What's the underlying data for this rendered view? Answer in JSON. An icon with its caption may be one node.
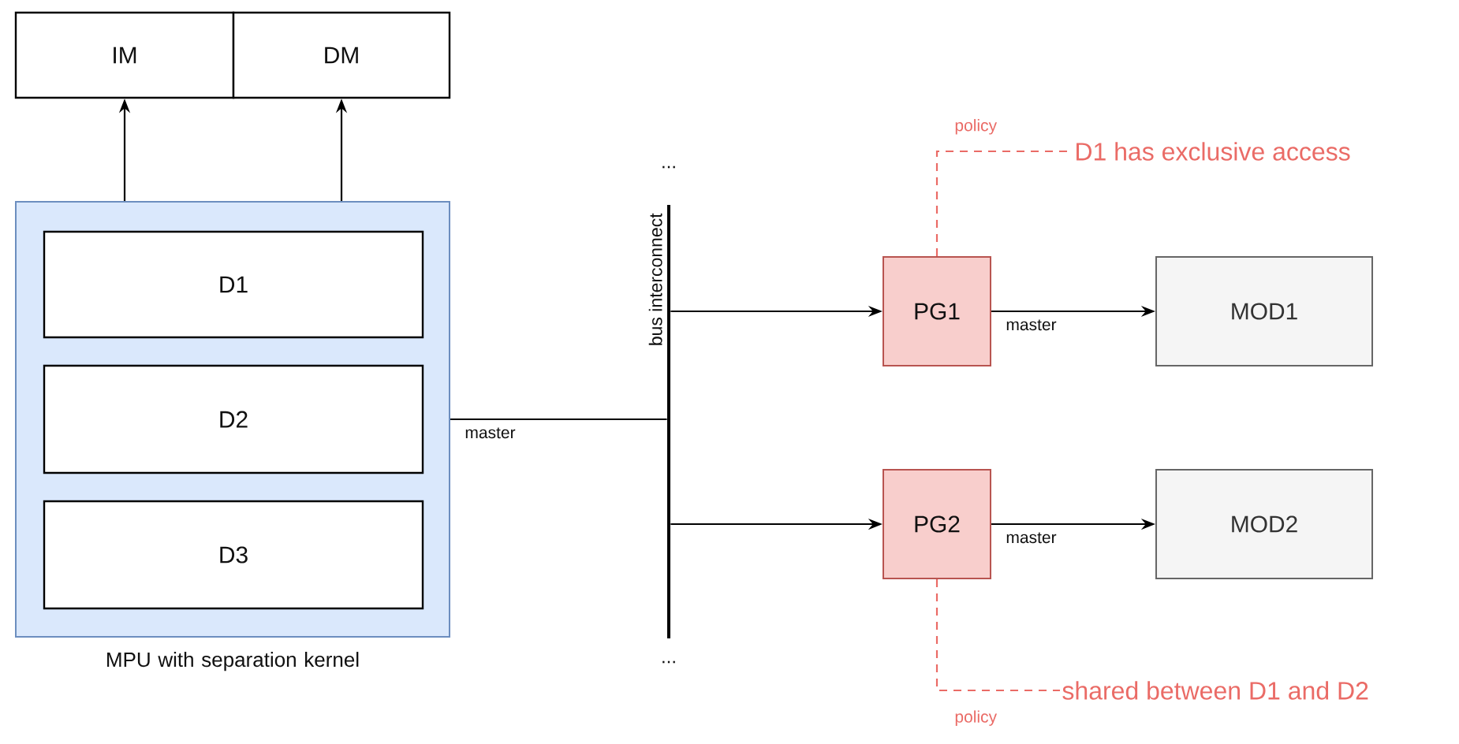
{
  "diagram": {
    "nodes": [
      {
        "text": [
          "IM"
        ]
      },
      {
        "text": [
          "DM"
        ]
      },
      {
        "text": [
          "MPU with separation kernel"
        ]
      },
      {
        "text": [
          "D1"
        ],
        "in": 2
      },
      {
        "text": [
          "D2"
        ],
        "in": 2
      },
      {
        "text": [
          "D3"
        ],
        "in": 2
      },
      {
        "text": [
          "bus interconnect"
        ]
      },
      {
        "text": [
          "PG1"
        ]
      },
      {
        "text": [
          "MOD1"
        ]
      },
      {
        "text": [
          "PG2"
        ]
      },
      {
        "text": [
          "MOD2"
        ]
      },
      {
        "text": [
          "D1 has exclusive access"
        ]
      },
      {
        "text": [
          "shared between D1 and D2"
        ]
      }
    ],
    "edges": [
      {
        "from": 2,
        "to": 0,
        "arrow": "to"
      },
      {
        "from": 2,
        "to": 1,
        "arrow": "to"
      },
      {
        "from": 2,
        "to": 6,
        "arrow": "none",
        "label": "master"
      },
      {
        "from": 6,
        "to": 7,
        "arrow": "to"
      },
      {
        "from": 6,
        "to": 9,
        "arrow": "to"
      },
      {
        "from": 7,
        "to": 8,
        "arrow": "to",
        "label": "master"
      },
      {
        "from": 9,
        "to": 10,
        "arrow": "to",
        "label": "master"
      },
      {
        "from": 7,
        "to": 11,
        "arrow": "none",
        "label": "policy",
        "style": "dashed",
        "color": "#ea6b66"
      },
      {
        "from": 9,
        "to": 12,
        "arrow": "none",
        "label": "policy",
        "style": "dashed",
        "color": "#ea6b66"
      }
    ],
    "labels": [
      "...",
      "..."
    ]
  }
}
